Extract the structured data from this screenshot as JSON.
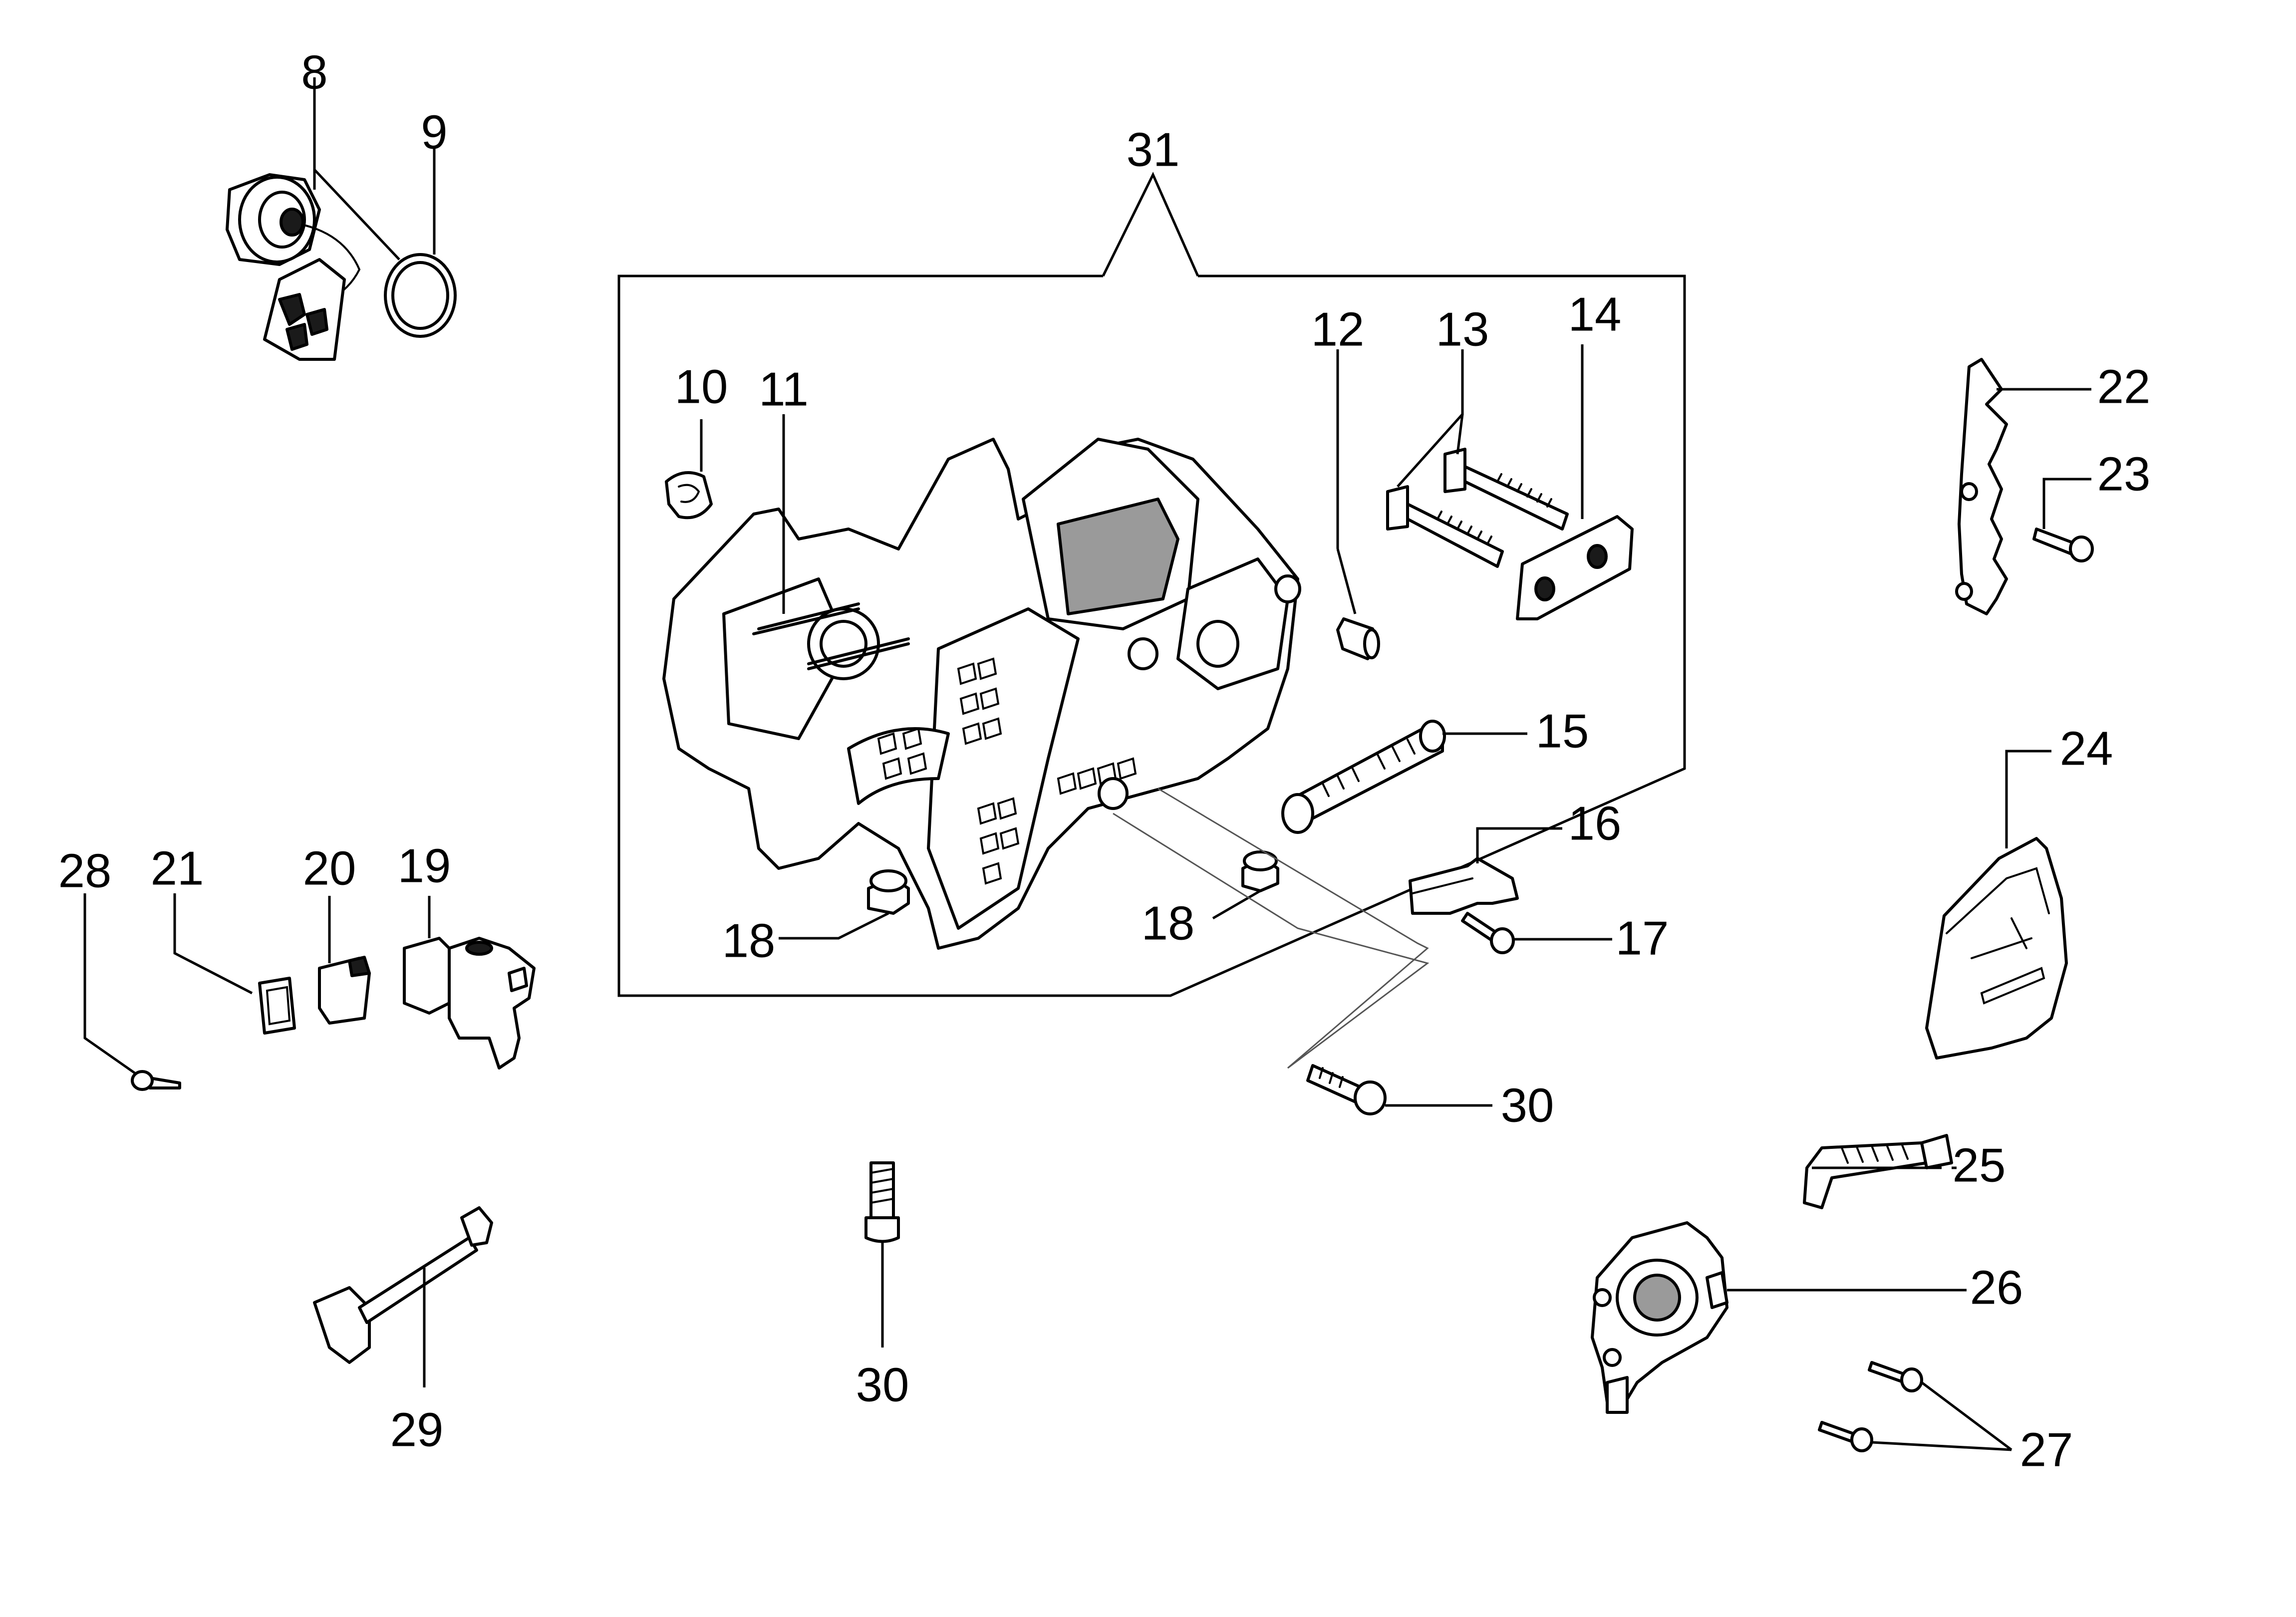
{
  "diagram": {
    "callouts": {
      "c8": "8",
      "c9": "9",
      "c10": "10",
      "c11": "11",
      "c12": "12",
      "c13": "13",
      "c14": "14",
      "c15": "15",
      "c16": "16",
      "c17": "17",
      "c18a": "18",
      "c18b": "18",
      "c19": "19",
      "c20": "20",
      "c21": "21",
      "c22": "22",
      "c23": "23",
      "c24": "24",
      "c25": "25",
      "c26": "26",
      "c27": "27",
      "c28": "28",
      "c29": "29",
      "c30a": "30",
      "c30b": "30",
      "c31": "31"
    }
  }
}
